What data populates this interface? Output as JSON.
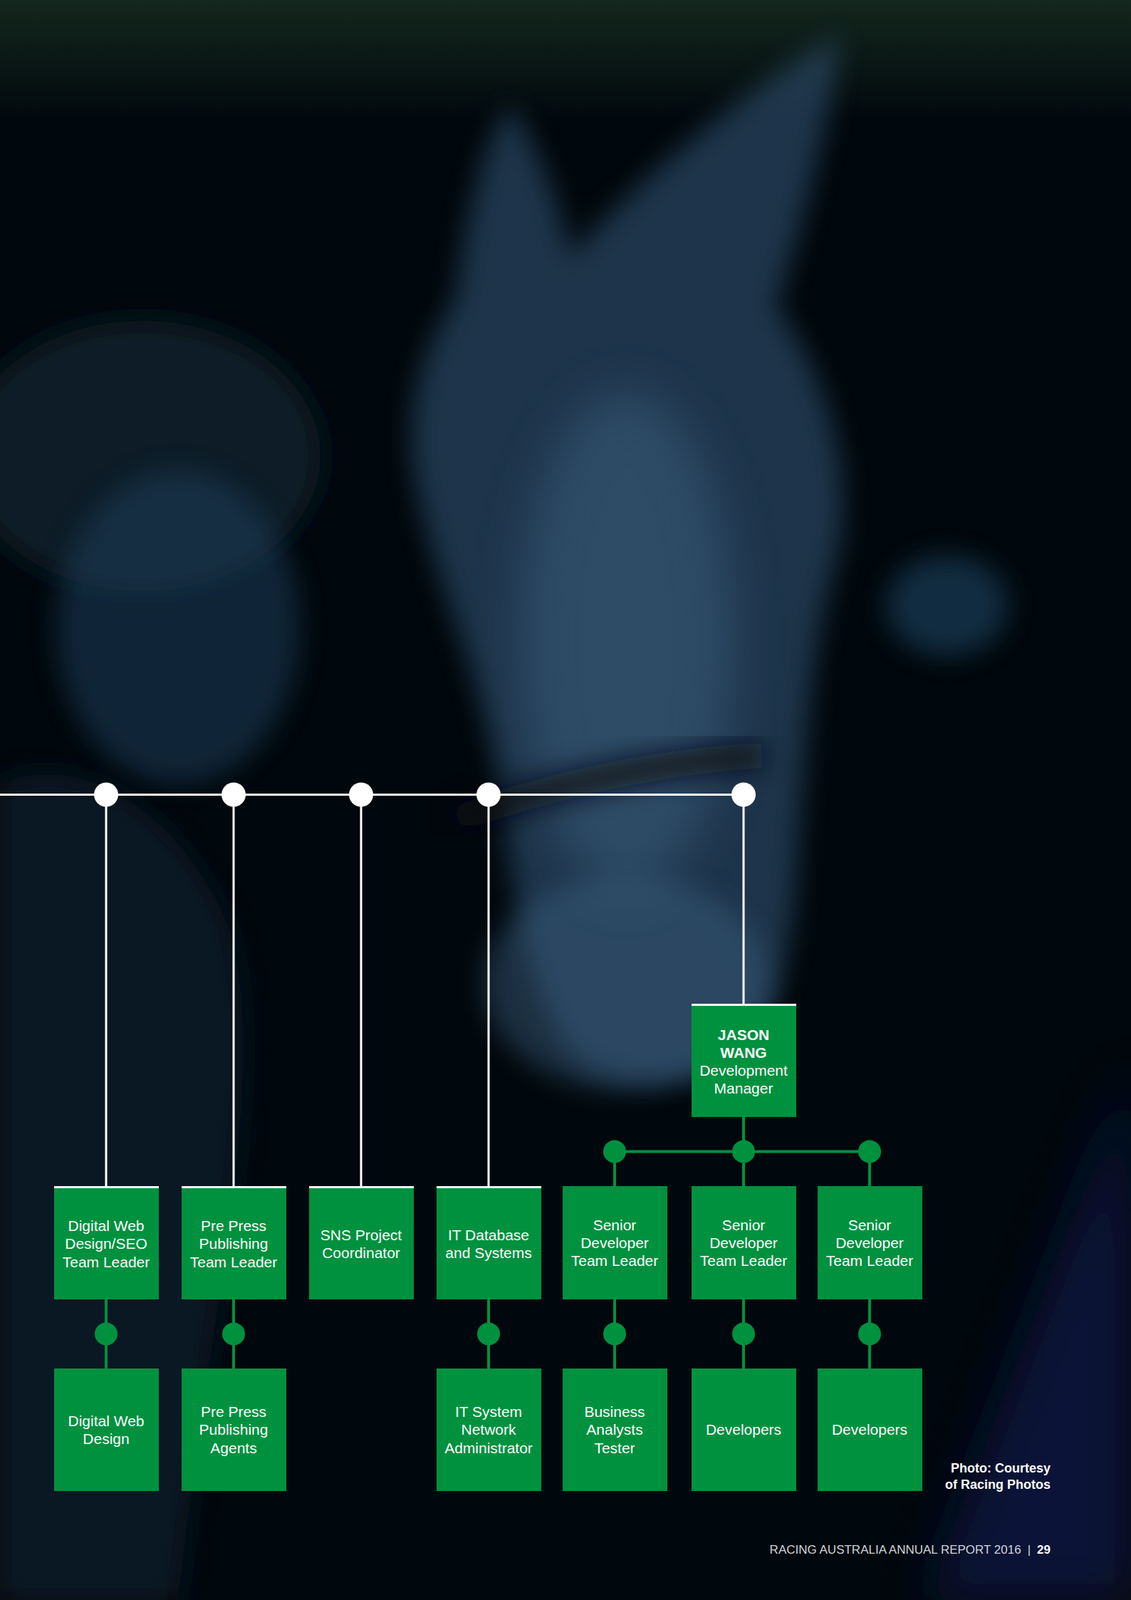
{
  "diagram": {
    "nodes": [
      {
        "text": [
          "JASON WANG",
          "Development Manager"
        ]
      },
      {
        "text": [
          "Digital Web Design/SEO Team Leader"
        ]
      },
      {
        "text": [
          "Pre Press Publishing Team Leader"
        ]
      },
      {
        "text": [
          "SNS Project Coordinator"
        ]
      },
      {
        "text": [
          "IT Database and Systems"
        ]
      },
      {
        "text": [
          "Senior Developer Team Leader"
        ]
      },
      {
        "text": [
          "Senior Developer Team Leader"
        ]
      },
      {
        "text": [
          "Senior Developer Team Leader"
        ]
      },
      {
        "text": [
          "Digital Web Design"
        ]
      },
      {
        "text": [
          "Pre Press Publishing Agents"
        ]
      },
      {
        "text": [
          "IT System Network Administrator"
        ]
      },
      {
        "text": [
          "Business Analysts Tester"
        ]
      },
      {
        "text": [
          "Developers"
        ]
      },
      {
        "text": [
          "Developers"
        ]
      }
    ],
    "edges": [
      {
        "from": 0,
        "to": 5,
        "arrow": "none"
      },
      {
        "from": 0,
        "to": 6,
        "arrow": "none"
      },
      {
        "from": 0,
        "to": 7,
        "arrow": "none"
      },
      {
        "from": 1,
        "to": 8,
        "arrow": "none"
      },
      {
        "from": 2,
        "to": 9,
        "arrow": "none"
      },
      {
        "from": 4,
        "to": 10,
        "arrow": "none"
      },
      {
        "from": 5,
        "to": 11,
        "arrow": "none"
      },
      {
        "from": 6,
        "to": 12,
        "arrow": "none"
      },
      {
        "from": 7,
        "to": 13,
        "arrow": "none"
      }
    ],
    "labels": [
      "Photo: Courtesy of Racing Photos",
      "RACING AUSTRALIA ANNUAL REPORT 2016",
      "|",
      "29"
    ]
  }
}
